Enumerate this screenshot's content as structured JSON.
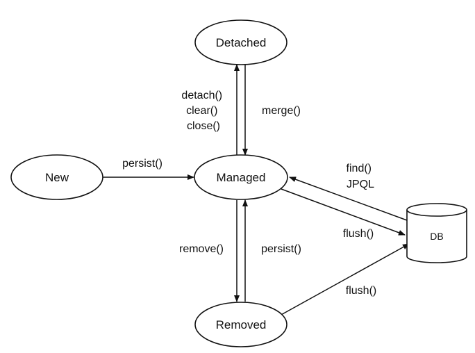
{
  "nodes": {
    "detached": "Detached",
    "new": "New",
    "managed": "Managed",
    "removed": "Removed",
    "db": "DB"
  },
  "edges": {
    "detach_label": [
      "detach()",
      "clear()",
      "close()"
    ],
    "merge_label": "merge()",
    "persist_new_label": "persist()",
    "find_label": [
      "find()",
      "JPQL"
    ],
    "flush_managed_label": "flush()",
    "remove_label": "remove()",
    "persist_removed_label": "persist()",
    "flush_removed_label": "flush()"
  }
}
